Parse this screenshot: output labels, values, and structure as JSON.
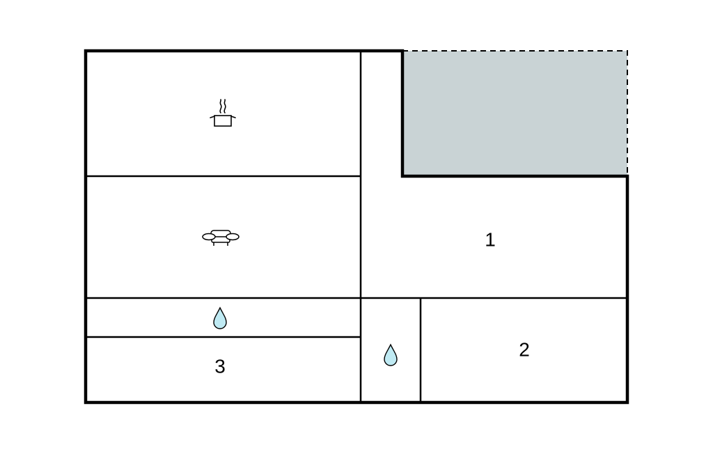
{
  "floorplan": {
    "rooms": [
      {
        "id": "kitchen",
        "label": "",
        "icon": "cooking-pot-icon"
      },
      {
        "id": "corridor",
        "label": "",
        "icon": ""
      },
      {
        "id": "terrace",
        "label": "",
        "icon": ""
      },
      {
        "id": "living-room",
        "label": "",
        "icon": "sofa-icon"
      },
      {
        "id": "bedroom-1",
        "label": "1",
        "icon": ""
      },
      {
        "id": "bathroom-a",
        "label": "",
        "icon": "water-drop-icon"
      },
      {
        "id": "bathroom-b",
        "label": "",
        "icon": "water-drop-icon"
      },
      {
        "id": "bedroom-2",
        "label": "2",
        "icon": ""
      },
      {
        "id": "bedroom-3",
        "label": "3",
        "icon": ""
      }
    ],
    "colors": {
      "wall": "#000000",
      "terrace_fill": "#c9d3d5",
      "water_fill": "#bfeaf3"
    }
  }
}
